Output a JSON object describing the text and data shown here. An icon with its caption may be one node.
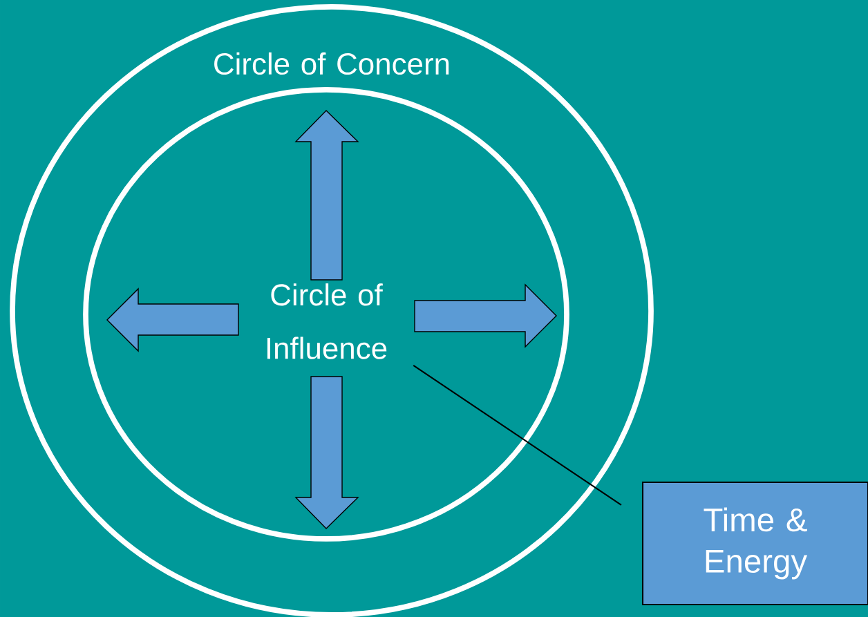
{
  "diagram": {
    "nodes": [
      {
        "text": [
          "Circle of Concern"
        ]
      },
      {
        "text": [
          "Circle of Influence"
        ],
        "in": 0
      },
      {
        "text": [
          "Time & Energy"
        ]
      }
    ],
    "edges": [
      {
        "from": 2,
        "to": 1,
        "arrow": "none"
      }
    ]
  }
}
